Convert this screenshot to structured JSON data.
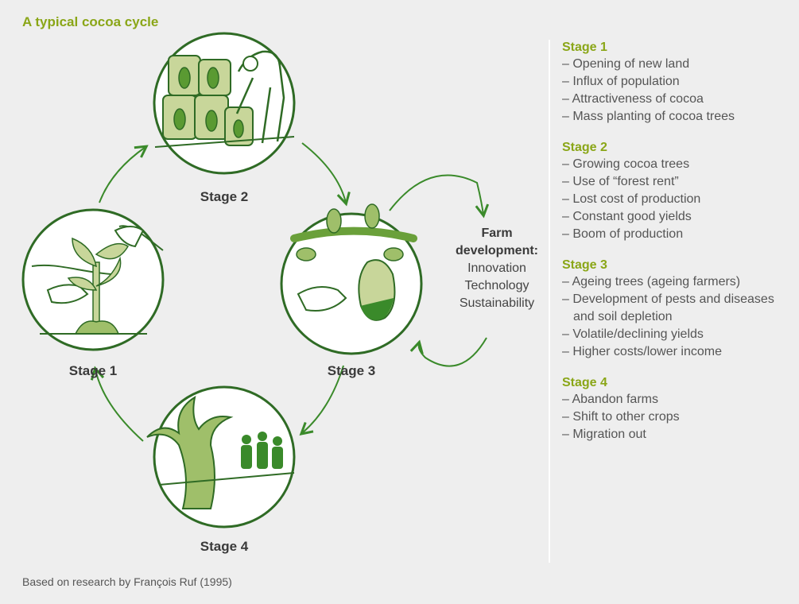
{
  "title": "A typical cocoa cycle",
  "diagram": {
    "stage_labels": [
      "Stage 1",
      "Stage 2",
      "Stage 3",
      "Stage 4"
    ],
    "farm_development": {
      "title_line1": "Farm",
      "title_line2": "development:",
      "items": [
        "Innovation",
        "Technology",
        "Sustainability"
      ]
    }
  },
  "stages": [
    {
      "heading": "Stage 1",
      "items": [
        "– Opening of new land",
        "– Influx of population",
        "– Attractiveness of cocoa",
        "– Mass planting of cocoa trees"
      ]
    },
    {
      "heading": "Stage 2",
      "items": [
        "– Growing cocoa trees",
        "– Use of “forest rent”",
        "– Lost cost of production",
        "– Constant good yields",
        "– Boom of production"
      ]
    },
    {
      "heading": "Stage 3",
      "items": [
        "– Ageing trees (ageing farmers)",
        "– Development of pests and diseases and soil depletion",
        "– Volatile/declining yields",
        "– Higher costs/lower income"
      ]
    },
    {
      "heading": "Stage 4",
      "items": [
        "– Abandon farms",
        "– Shift to other crops",
        "– Migration out"
      ]
    }
  ],
  "source": "Based on research by François Ruf (1995)",
  "colors": {
    "accent": "#8aa617",
    "stroke": "#3a7a2a",
    "fill_light": "#c8d69a",
    "fill_mid": "#9fbf6a"
  }
}
